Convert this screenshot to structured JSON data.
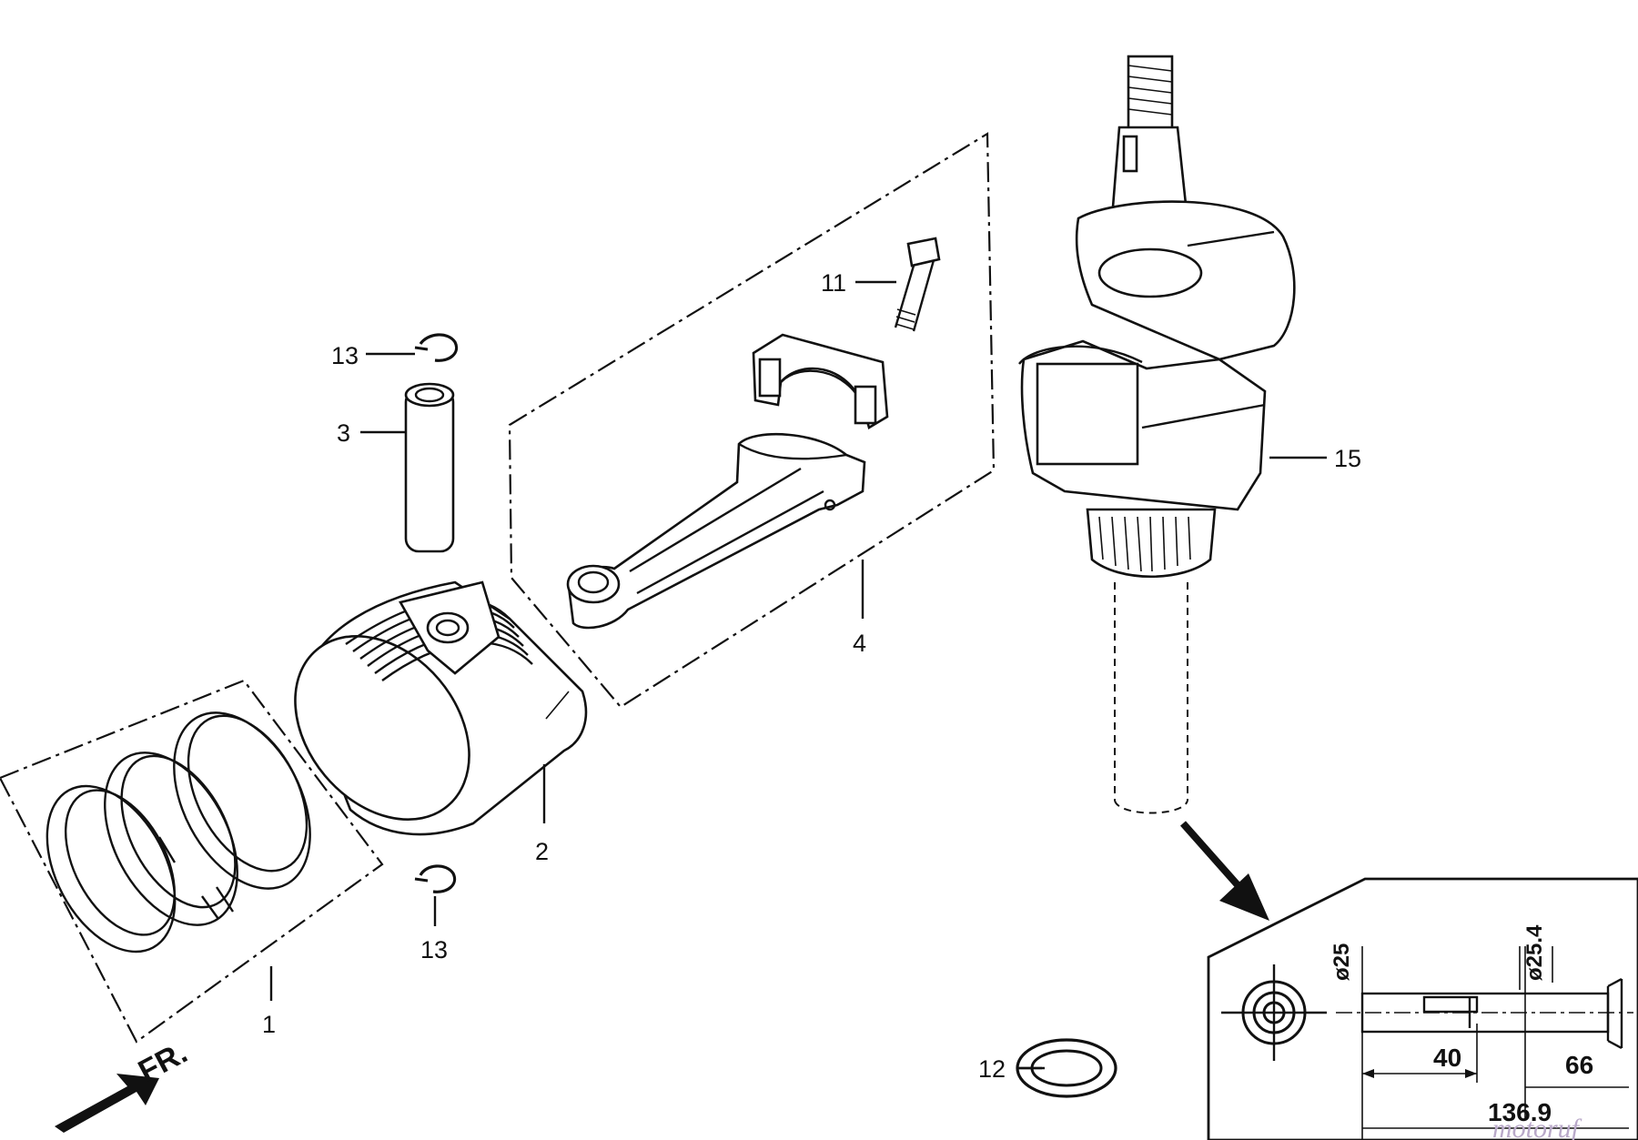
{
  "callouts": {
    "piston_rings": "1",
    "piston": "2",
    "piston_pin": "3",
    "connecting_rod": "4",
    "rod_bolt": "11",
    "washer": "12",
    "clip_top": "13",
    "clip_bottom": "13",
    "crankshaft": "15"
  },
  "front_marker": "FR.",
  "detail_dimensions": {
    "dia_journal": "ø25",
    "dia_shaft": "ø25.4",
    "len_keyway": "40",
    "len_step": "66",
    "len_total": "136.9"
  },
  "watermark": "motoruf"
}
